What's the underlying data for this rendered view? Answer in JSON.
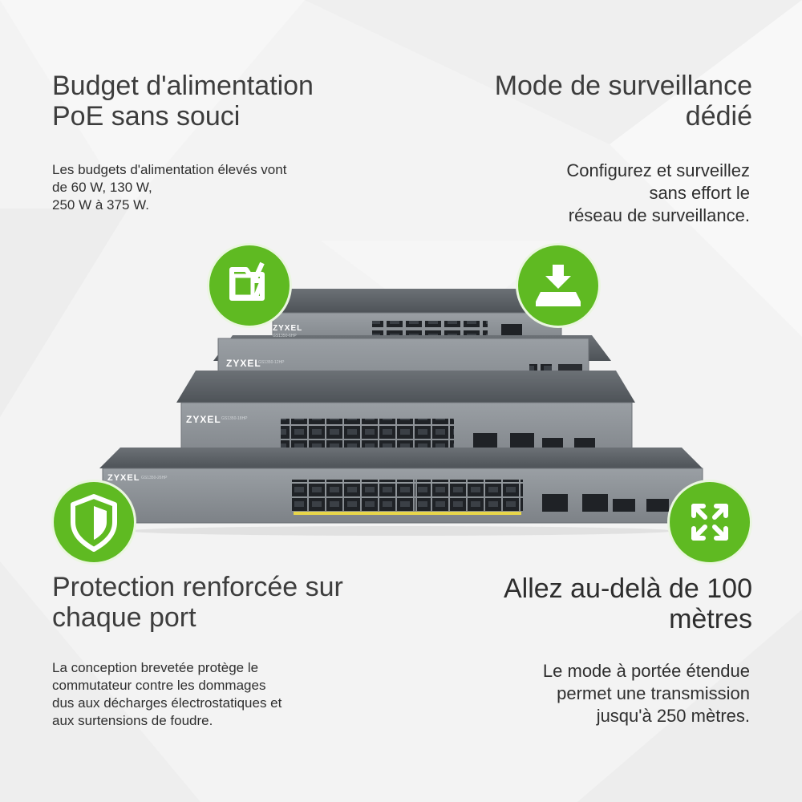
{
  "features": {
    "poe": {
      "title_lines": [
        "Budget d'alimentation",
        "PoE sans souci"
      ],
      "body_lines": [
        "Les budgets d'alimentation élevés vont",
        "de 60 W, 130 W,",
        "250 W à 375 W."
      ],
      "icon": "power-folder-icon"
    },
    "surveillance": {
      "title_lines": [
        "Mode de surveillance",
        "dédié"
      ],
      "body_lines": [
        "Configurez et surveillez",
        "sans effort le",
        "réseau de surveillance."
      ],
      "icon": "download-tray-icon"
    },
    "protection": {
      "title_lines": [
        "Protection renforcée sur",
        "chaque port"
      ],
      "body_lines": [
        "La conception brevetée protège le",
        "commutateur contre les dommages",
        "dus aux décharges électrostatiques et",
        "aux surtensions de foudre."
      ],
      "icon": "shield-icon"
    },
    "range": {
      "title_lines": [
        "Allez au-delà de 100",
        "mètres"
      ],
      "body_lines": [
        "Le mode à portée étendue",
        "permet une transmission",
        "jusqu'à 250 mètres."
      ],
      "icon": "expand-arrows-icon"
    }
  },
  "switches": [
    {
      "brand": "ZYXEL",
      "model": "GS1350-6HP"
    },
    {
      "brand": "ZYXEL",
      "model": "GS1350-12HP"
    },
    {
      "brand": "ZYXEL",
      "model": "GS1350-18HP"
    },
    {
      "brand": "ZYXEL",
      "model": "GS1350-26HP"
    }
  ],
  "colors": {
    "accent_green": "#5fba22",
    "chassis_gray": "#8a8f94",
    "text_dark": "#3d3d3d"
  }
}
